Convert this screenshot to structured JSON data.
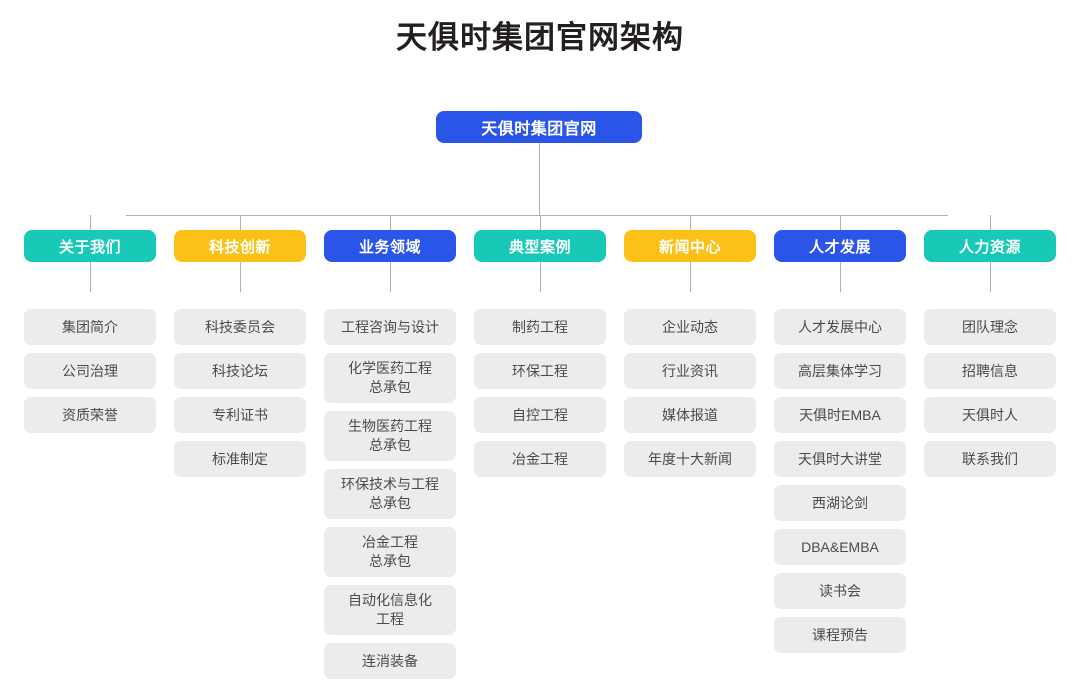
{
  "page": {
    "title": "天俱时集团官网架构",
    "background_color": "#ffffff"
  },
  "colors": {
    "teal": "#19c9b8",
    "yellow": "#fbc117",
    "blue": "#2b55e8",
    "leaf_background": "#ececec",
    "leaf_text": "#4b4b4b",
    "connector": "#b0b0b0",
    "title_text": "#231f20"
  },
  "root": {
    "label": "天俱时集团官网",
    "color": "#2b55e8"
  },
  "columns": [
    {
      "header": "关于我们",
      "color_name": "teal",
      "color": "#19c9b8",
      "items": [
        "集团简介",
        "公司治理",
        "资质荣誉"
      ]
    },
    {
      "header": "科技创新",
      "color_name": "yellow",
      "color": "#fbc117",
      "items": [
        "科技委员会",
        "科技论坛",
        "专利证书",
        "标准制定"
      ]
    },
    {
      "header": "业务领域",
      "color_name": "blue",
      "color": "#2b55e8",
      "items": [
        "工程咨询与设计",
        "化学医药工程\n总承包",
        "生物医药工程\n总承包",
        "环保技术与工程\n总承包",
        "冶金工程\n总承包",
        "自动化信息化\n工程",
        "连消装备"
      ]
    },
    {
      "header": "典型案例",
      "color_name": "teal",
      "color": "#19c9b8",
      "items": [
        "制药工程",
        "环保工程",
        "自控工程",
        "冶金工程"
      ]
    },
    {
      "header": "新闻中心",
      "color_name": "yellow",
      "color": "#fbc117",
      "items": [
        "企业动态",
        "行业资讯",
        "媒体报道",
        "年度十大新闻"
      ]
    },
    {
      "header": "人才发展",
      "color_name": "blue",
      "color": "#2b55e8",
      "items": [
        "人才发展中心",
        "高层集体学习",
        "天俱时EMBA",
        "天俱时大讲堂",
        "西湖论剑",
        "DBA&EMBA",
        "读书会",
        "课程预告"
      ]
    },
    {
      "header": "人力资源",
      "color_name": "teal",
      "color": "#19c9b8",
      "items": [
        "团队理念",
        "招聘信息",
        "天俱时人",
        "联系我们"
      ]
    }
  ]
}
